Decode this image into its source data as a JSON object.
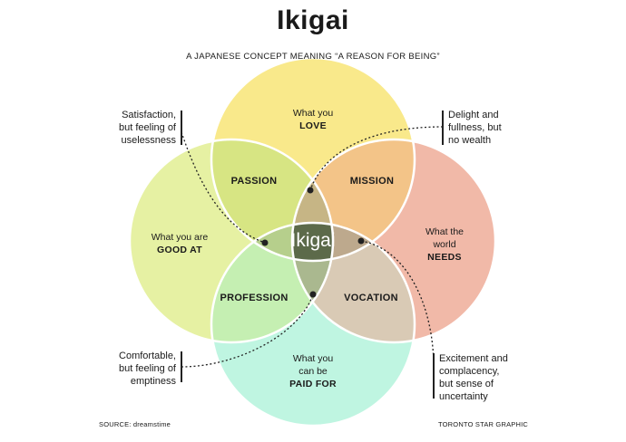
{
  "header": {
    "title": "Ikigai",
    "subtitle": "A JAPANESE CONCEPT MEANING “A REASON FOR BEING”"
  },
  "circles": {
    "love": {
      "line1": "What you",
      "line2": "LOVE",
      "color": "#f9e98b"
    },
    "good_at": {
      "line1": "What you are",
      "line2": "GOOD AT",
      "color": "#e6f1a3"
    },
    "needs": {
      "line1": "What the",
      "line1b": "world",
      "line2": "NEEDS",
      "color": "#f1b9a8"
    },
    "paid_for": {
      "line1": "What you",
      "line1b": "can be",
      "line2": "PAID FOR",
      "color": "#bff5e1"
    }
  },
  "intersections": {
    "passion": "PASSION",
    "mission": "MISSION",
    "profession": "PROFESSION",
    "vocation": "VOCATION",
    "center": "Ikigai"
  },
  "notes": {
    "top_left": [
      "Satisfaction,",
      "but feeling of",
      "uselessness"
    ],
    "top_right": [
      "Delight and",
      "fullness, but",
      "no wealth"
    ],
    "bottom_left": [
      "Comfortable,",
      "but feeling of",
      "emptiness"
    ],
    "bottom_right": [
      "Excitement and",
      "complacency,",
      "but sense of",
      "uncertainty"
    ]
  },
  "footer": {
    "source": "SOURCE: dreamstime",
    "credit": "TORONTO STAR GRAPHIC"
  }
}
